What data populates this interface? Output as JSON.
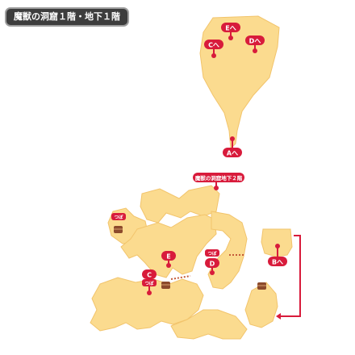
{
  "title": "魔獣の洞窟１階・地下１階",
  "colors": {
    "floor": "#fbdb8f",
    "floor_edge": "#f2c46c",
    "marker": "#d81b3b",
    "marker_text": "#ffffff",
    "stairs_line": "#d81b3b",
    "chest": "#8c4a2b",
    "title_bg": "#3d3d3d"
  },
  "upper_area": {
    "markers": {
      "to_e": "Eへ",
      "to_c": "Cへ",
      "to_d": "Dへ",
      "to_a": "Aへ"
    }
  },
  "lower_area": {
    "markers": {
      "to_b1f2": "魔獣の洞窟地下２階",
      "to_b": "Bへ",
      "e": "E",
      "d": "D",
      "c": "C"
    },
    "item_labels": {
      "tsubo_top": "つぼ",
      "tsubo_d": "つぼ",
      "tsubo_c": "つぼ"
    },
    "chests": [
      "chest-top-left",
      "chest-center",
      "chest-bottom-right"
    ]
  }
}
